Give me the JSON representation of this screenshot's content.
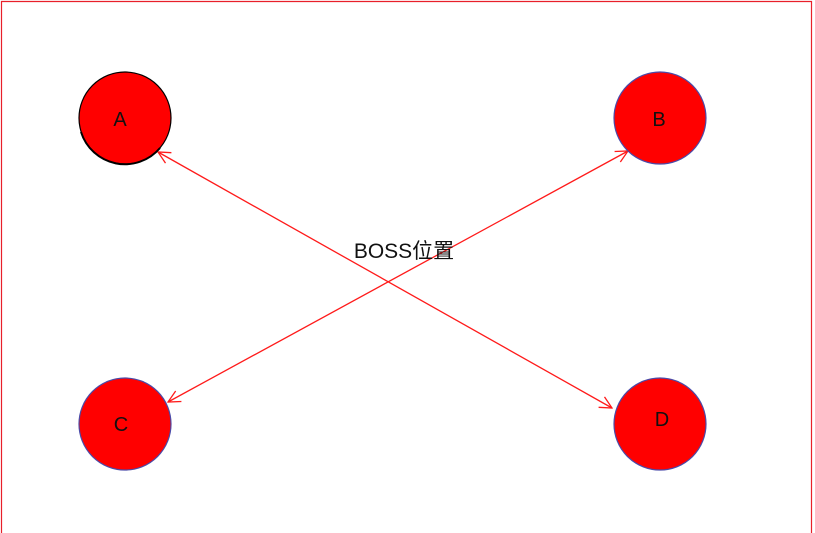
{
  "diagram": {
    "frame_color": "#e8202a",
    "arrow_color": "#ff1a1a",
    "node_fill": "#ff0000",
    "center_label": "BOSS位置",
    "nodes": [
      {
        "id": "a",
        "label": "A",
        "outline": "#000000"
      },
      {
        "id": "b",
        "label": "B",
        "outline": "#4a4aa8"
      },
      {
        "id": "c",
        "label": "C",
        "outline": "#4a4aa8"
      },
      {
        "id": "d",
        "label": "D",
        "outline": "#4a4aa8"
      }
    ],
    "connections": [
      {
        "from": "a",
        "to": "d",
        "arrowheads": "both"
      },
      {
        "from": "c",
        "to": "b",
        "arrowheads": "both"
      }
    ]
  }
}
